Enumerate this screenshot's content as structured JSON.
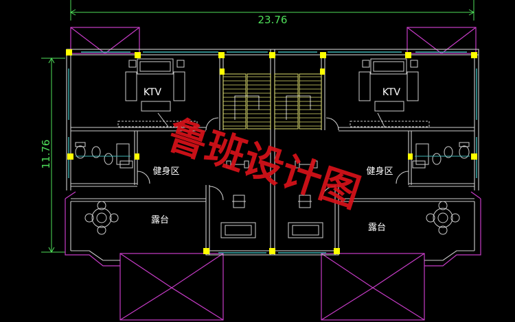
{
  "drawing": {
    "dimensions": {
      "width": "23.76",
      "height": "11.76"
    },
    "rooms": {
      "ktv_left": "KTV",
      "ktv_right": "KTV",
      "gym_left": "健身区",
      "gym_right": "健身区",
      "terrace_left": "露台",
      "terrace_right": "露台"
    },
    "watermark": "鲁班设计图",
    "colors": {
      "background": "#000000",
      "dimension_lines": "#4fe05a",
      "walls": "#cfcfcf",
      "columns": "#ffff00",
      "eaves": "#c83cc8",
      "windows": "#3fb6b6",
      "stairs": "#e0e070",
      "watermark": "#d8121a"
    }
  }
}
